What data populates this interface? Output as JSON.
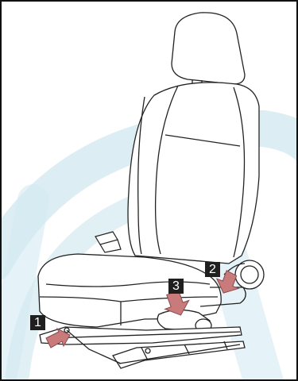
{
  "figure": {
    "callouts": [
      {
        "id": "1",
        "label": "1"
      },
      {
        "id": "2",
        "label": "2"
      },
      {
        "id": "3",
        "label": "3"
      }
    ],
    "colors": {
      "arrow_fill": "#c97a7a",
      "arrow_stroke": "#8b4a4a",
      "watermark": "#cfe6ef",
      "outline": "#222222",
      "callout_bg": "#1f1f1f"
    }
  }
}
